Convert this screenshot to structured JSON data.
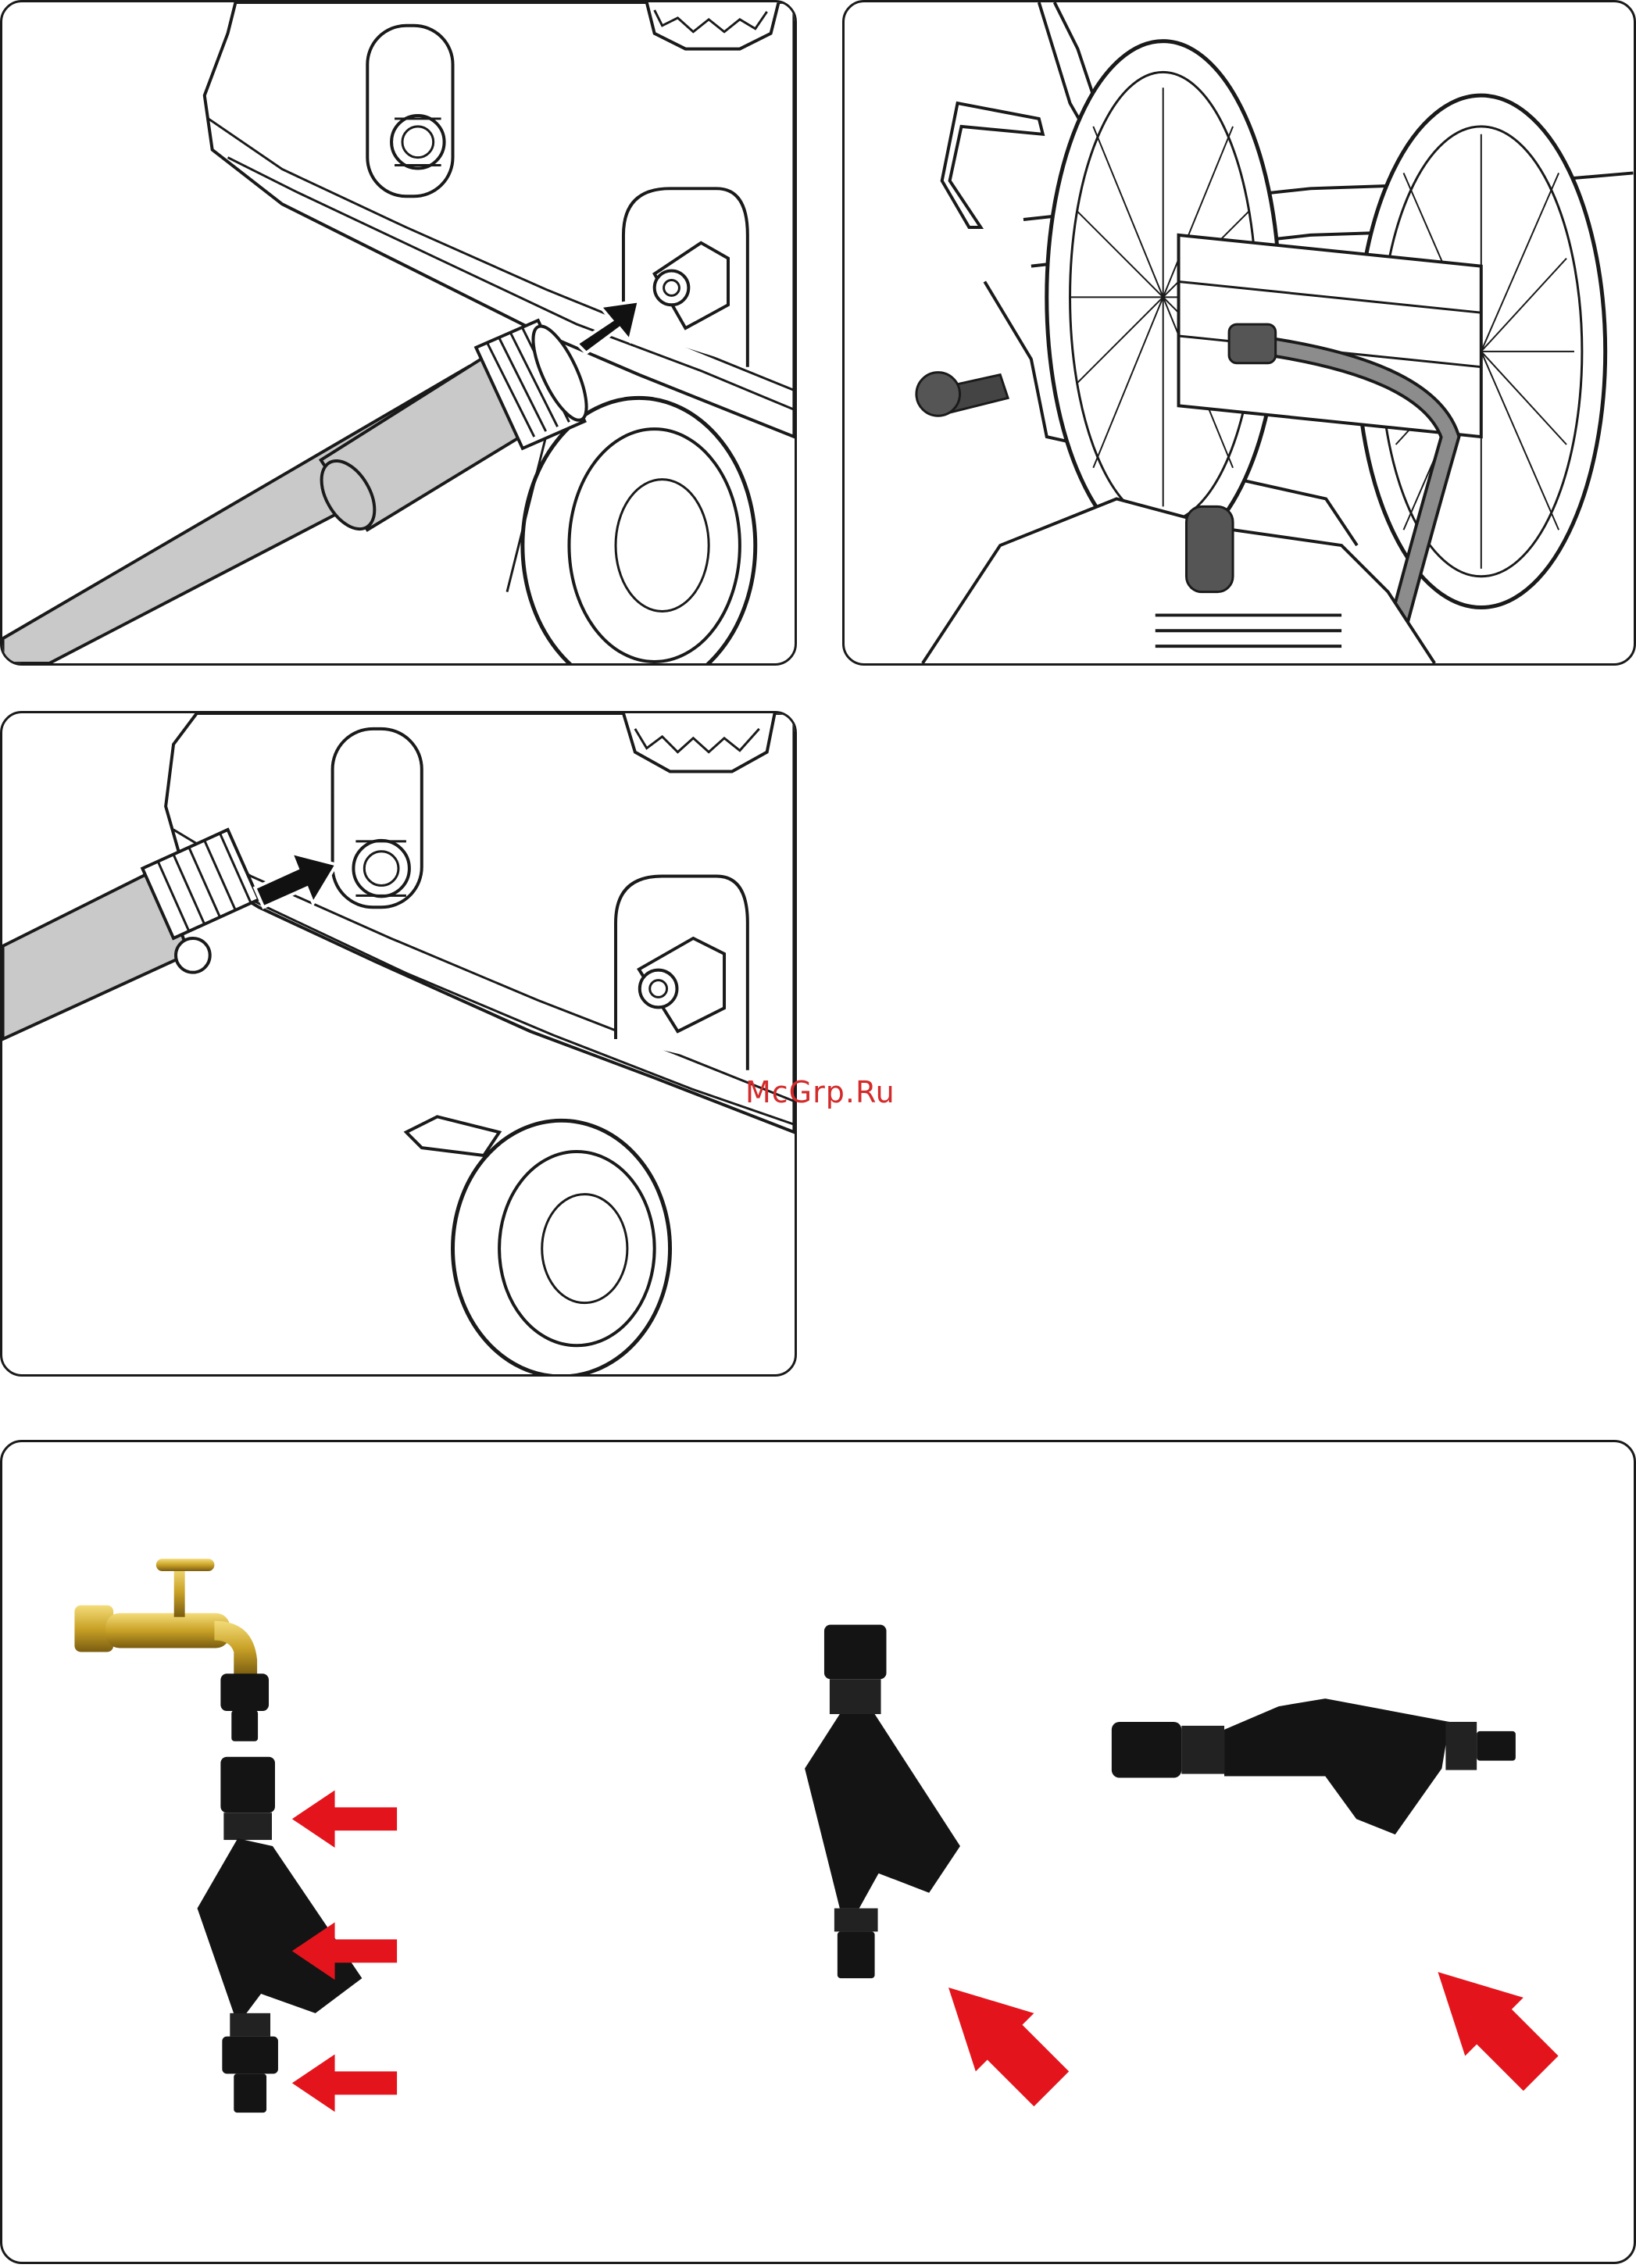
{
  "watermark": {
    "text": "McGrp.Ru",
    "color": "#d42a2a"
  },
  "colors": {
    "line": "#1a1a1a",
    "hose": "#c9c9c9",
    "arrow_black": "#111111",
    "arrow_red": "#e4141c",
    "brass": "#c9a227",
    "filter_black": "#141414"
  },
  "figures": [
    {
      "id": "hose-to-quick-coupling",
      "icons": [
        "machine-body",
        "hose",
        "push-arrow-icon",
        "wheel"
      ]
    },
    {
      "id": "hose-reel",
      "icons": [
        "hose-reel",
        "crank-handle",
        "hose"
      ]
    },
    {
      "id": "hose-to-water-inlet",
      "icons": [
        "machine-body",
        "garden-hose",
        "hose-clamp",
        "push-arrow-icon",
        "wheel"
      ]
    },
    {
      "id": "inlet-filter-steps",
      "icons": [
        "brass-tap",
        "inlet-filter",
        "red-arrow-icon"
      ]
    }
  ]
}
